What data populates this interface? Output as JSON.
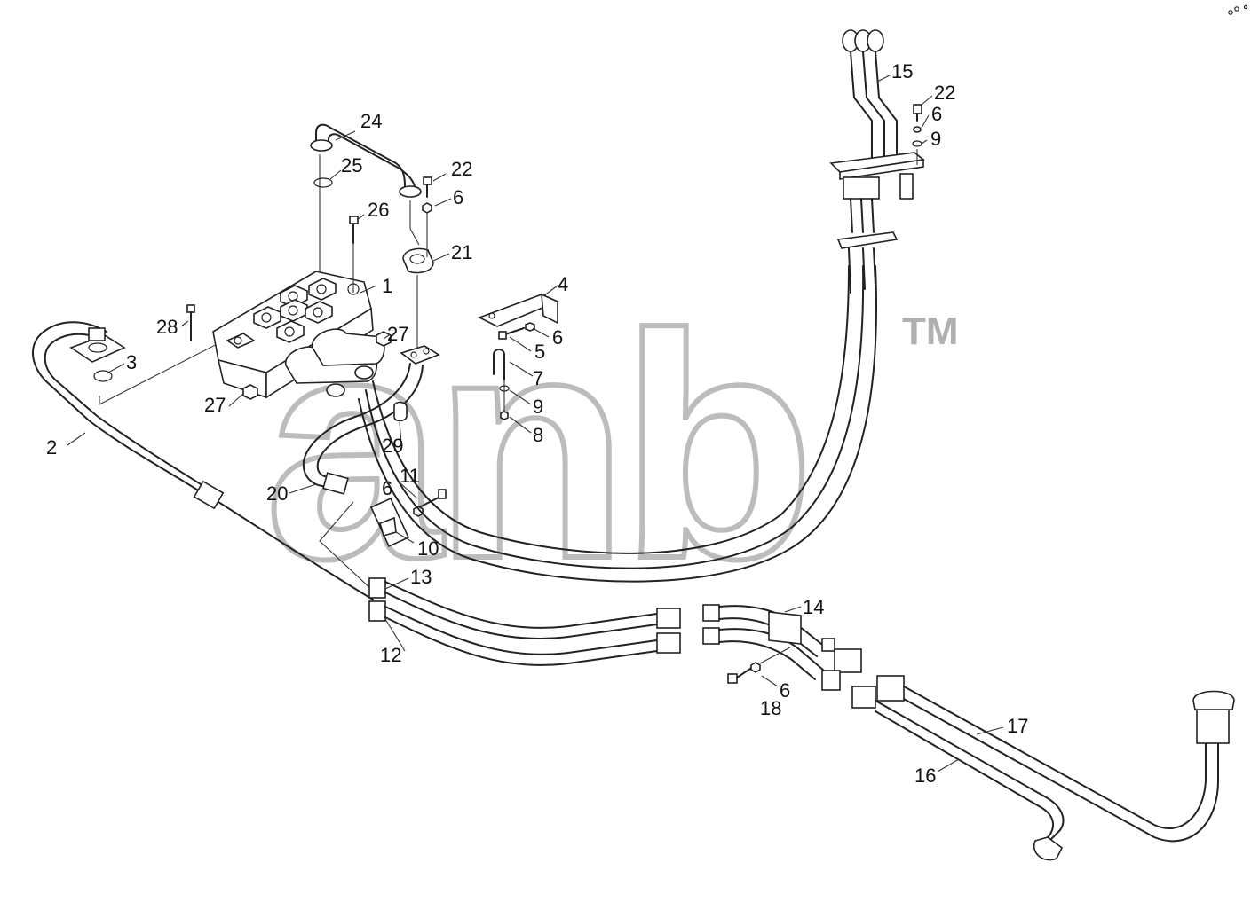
{
  "callouts": [
    {
      "id": "c1",
      "text": "1"
    },
    {
      "id": "c2",
      "text": "2"
    },
    {
      "id": "c3",
      "text": "3"
    },
    {
      "id": "c4",
      "text": "4"
    },
    {
      "id": "c5",
      "text": "5"
    },
    {
      "id": "c6a",
      "text": "6"
    },
    {
      "id": "c6b",
      "text": "6"
    },
    {
      "id": "c6c",
      "text": "6"
    },
    {
      "id": "c6d",
      "text": "6"
    },
    {
      "id": "c6e",
      "text": "6"
    },
    {
      "id": "c7",
      "text": "7"
    },
    {
      "id": "c8",
      "text": "8"
    },
    {
      "id": "c9a",
      "text": "9"
    },
    {
      "id": "c9b",
      "text": "9"
    },
    {
      "id": "c10",
      "text": "10"
    },
    {
      "id": "c11",
      "text": "11"
    },
    {
      "id": "c12",
      "text": "12"
    },
    {
      "id": "c13",
      "text": "13"
    },
    {
      "id": "c14",
      "text": "14"
    },
    {
      "id": "c15",
      "text": "15"
    },
    {
      "id": "c16",
      "text": "16"
    },
    {
      "id": "c17",
      "text": "17"
    },
    {
      "id": "c18",
      "text": "18"
    },
    {
      "id": "c20",
      "text": "20"
    },
    {
      "id": "c21",
      "text": "21"
    },
    {
      "id": "c22a",
      "text": "22"
    },
    {
      "id": "c22b",
      "text": "22"
    },
    {
      "id": "c24",
      "text": "24"
    },
    {
      "id": "c25",
      "text": "25"
    },
    {
      "id": "c26",
      "text": "26"
    },
    {
      "id": "c27a",
      "text": "27"
    },
    {
      "id": "c27b",
      "text": "27"
    },
    {
      "id": "c28",
      "text": "28"
    },
    {
      "id": "c29",
      "text": "29"
    }
  ],
  "watermark": {
    "text": "anb",
    "mark": "TM",
    "color": "#b0b0b0"
  },
  "colors": {
    "line": "#222222",
    "background": "#ffffff"
  }
}
